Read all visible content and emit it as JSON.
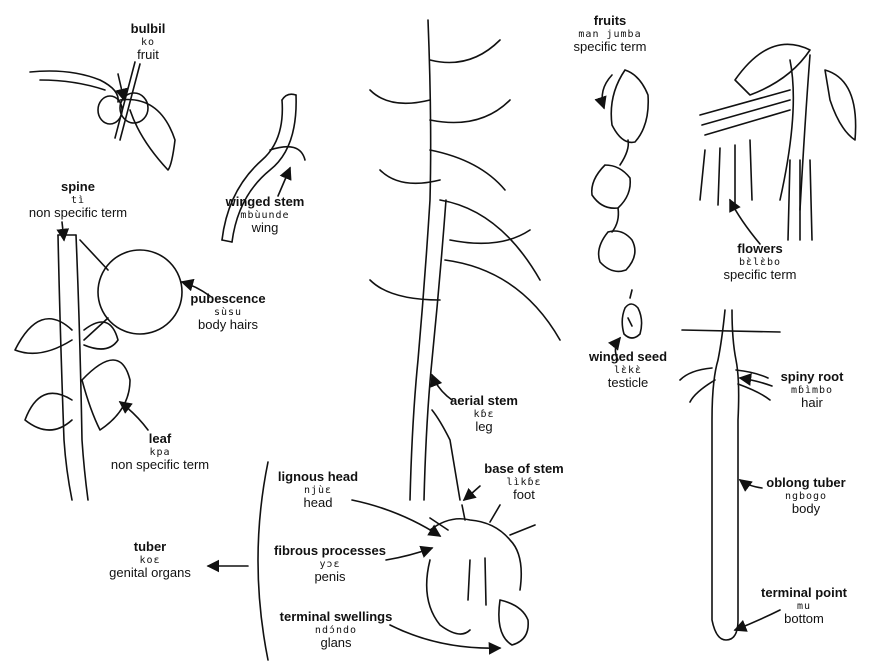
{
  "colors": {
    "ink": "#111111",
    "paper": "#ffffff"
  },
  "labels": [
    {
      "key": "bulbil",
      "name": "bulbil",
      "local": "ko",
      "meaning": "fruit"
    },
    {
      "key": "winged-stem",
      "name": "winged stem",
      "local": "mbùunde",
      "meaning": "wing"
    },
    {
      "key": "spine",
      "name": "spine",
      "local": "tì",
      "meaning": "non specific term"
    },
    {
      "key": "pubescence",
      "name": "pubescence",
      "local": "sùsu",
      "meaning": "body hairs"
    },
    {
      "key": "leaf",
      "name": "leaf",
      "local": "kpa",
      "meaning": "non specific term"
    },
    {
      "key": "fruits",
      "name": "fruits",
      "local": "man jumba",
      "meaning": "specific term"
    },
    {
      "key": "flowers",
      "name": "flowers",
      "local": "bɛ̀lɛ̀bo",
      "meaning": "specific term"
    },
    {
      "key": "winged-seed",
      "name": "winged seed",
      "local": "lɛ̀kɛ̀",
      "meaning": "testicle"
    },
    {
      "key": "aerial-stem",
      "name": "aerial stem",
      "local": "kɓɛ",
      "meaning": "leg"
    },
    {
      "key": "spiny-root",
      "name": "spiny root",
      "local": "mɓìmbo",
      "meaning": "hair"
    },
    {
      "key": "lignous-head",
      "name": "lignous head",
      "local": "njùɛ",
      "meaning": "head"
    },
    {
      "key": "base-of-stem",
      "name": "base of stem",
      "local": "lìkɓɛ",
      "meaning": "foot"
    },
    {
      "key": "oblong-tuber",
      "name": "oblong tuber",
      "local": "ngbogo",
      "meaning": "body"
    },
    {
      "key": "tuber",
      "name": "tuber",
      "local": "koɛ",
      "meaning": "genital organs"
    },
    {
      "key": "fibrous-processes",
      "name": "fibrous processes",
      "local": "yɔɛ",
      "meaning": "penis"
    },
    {
      "key": "terminal-swellings",
      "name": "terminal swellings",
      "local": "ndɔ́ndo",
      "meaning": "glans"
    },
    {
      "key": "terminal-point",
      "name": "terminal point",
      "local": "mu",
      "meaning": "bottom"
    }
  ]
}
